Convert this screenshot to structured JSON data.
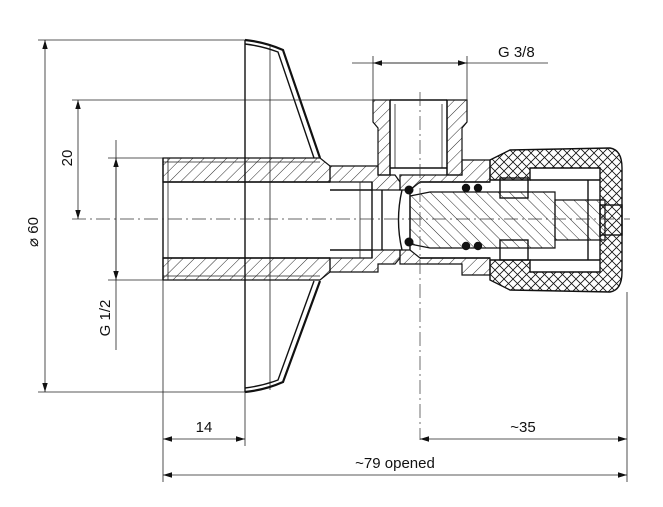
{
  "dimensions": {
    "pipe_thread_top": "G 3/8",
    "center_offset": "20",
    "rosette_diameter": "⌀ 60",
    "pipe_thread_side": "G 1/2",
    "thread_length": "14",
    "handle_length": "~35",
    "overall_length": "~79 opened"
  },
  "colors": {
    "line": "#111111",
    "background": "#ffffff"
  }
}
